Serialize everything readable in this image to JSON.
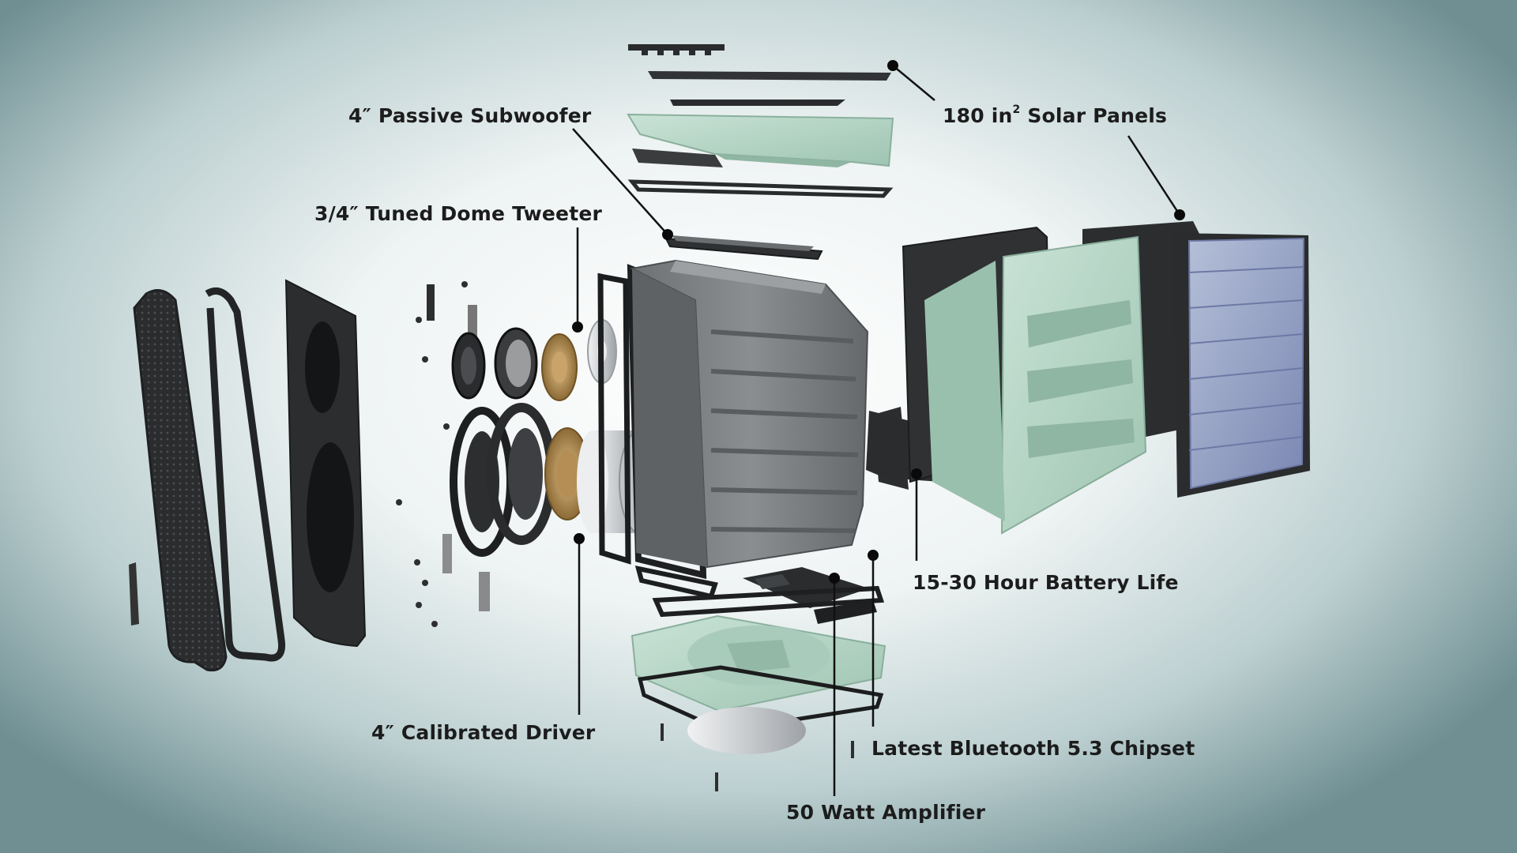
{
  "callouts": {
    "passive_subwoofer": "4″ Passive Subwoofer",
    "dome_tweeter": "3/4″ Tuned Dome Tweeter",
    "solar_panels_prefix": "180 in",
    "solar_panels_sup": "2",
    "solar_panels_suffix": " Solar Panels",
    "battery_life": "15-30 Hour Battery Life",
    "calibrated_driver": "4″ Calibrated Driver",
    "bluetooth_chipset": "Latest Bluetooth 5.3 Chipset",
    "amplifier": "50 Watt Amplifier"
  },
  "colors": {
    "leader_line": "#111111",
    "dot": "#0a0a0a",
    "dark_plastic": "#2b2d2e",
    "mint_plastic": "#b7d6c6",
    "grey_housing": "#7a7d7f",
    "solar_cell": "#8c98c0",
    "brass": "#b08a52",
    "aluminum": "#d6d8da"
  }
}
